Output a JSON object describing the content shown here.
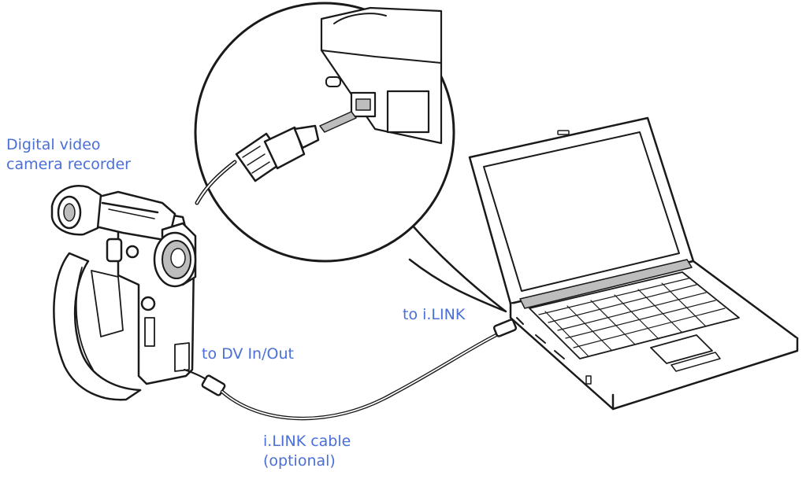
{
  "colors": {
    "label": "#4a6fd6",
    "line": "#1a1a1a",
    "screen": "#ffffff",
    "shade": "#bdbdbd"
  },
  "labels": {
    "camera": [
      "Digital video",
      "camera recorder"
    ],
    "ilink_port": "to i.LINK",
    "dv_port": "to DV In/Out",
    "cable": [
      "i.LINK cable",
      "(optional)"
    ]
  },
  "illustration": {
    "camcorder": "digital video camera recorder",
    "laptop": "laptop computer",
    "cable": "i.LINK cable",
    "magnifier": "i.LINK plug and port close-up"
  }
}
